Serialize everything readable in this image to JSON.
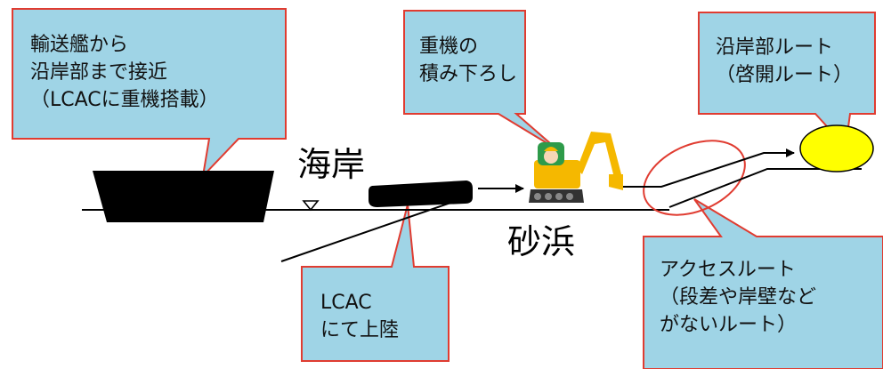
{
  "colors": {
    "callout_fill": "#9fd4e6",
    "callout_border": "#e03c31",
    "vessel_fill": "#000000",
    "rock_fill": "#ffff00",
    "excavator_body": "#f5b800",
    "highlight_ellipse": "#e03c31"
  },
  "labels": {
    "coast": "海岸",
    "beach": "砂浜"
  },
  "callouts": {
    "ship": {
      "lines": [
        "輸送艦から",
        "沿岸部まで接近",
        "（LCACに重機搭載）"
      ]
    },
    "unload": {
      "lines": [
        "重機の",
        "積み下ろし"
      ]
    },
    "coastal_route": {
      "lines": [
        "沿岸部ルート",
        "（啓開ルート）"
      ]
    },
    "lcac": {
      "lines": [
        "LCAC",
        "にて上陸"
      ]
    },
    "access_route": {
      "lines": [
        "アクセスルート",
        "（段差や岸壁など",
        "がないルート）"
      ]
    }
  },
  "icons": {
    "vessel": "transport-ship-icon",
    "lcac": "lcac-hovercraft-icon",
    "excavator": "excavator-icon",
    "water_level": "water-level-triangle-icon",
    "target": "yellow-destination-ellipse-icon"
  }
}
